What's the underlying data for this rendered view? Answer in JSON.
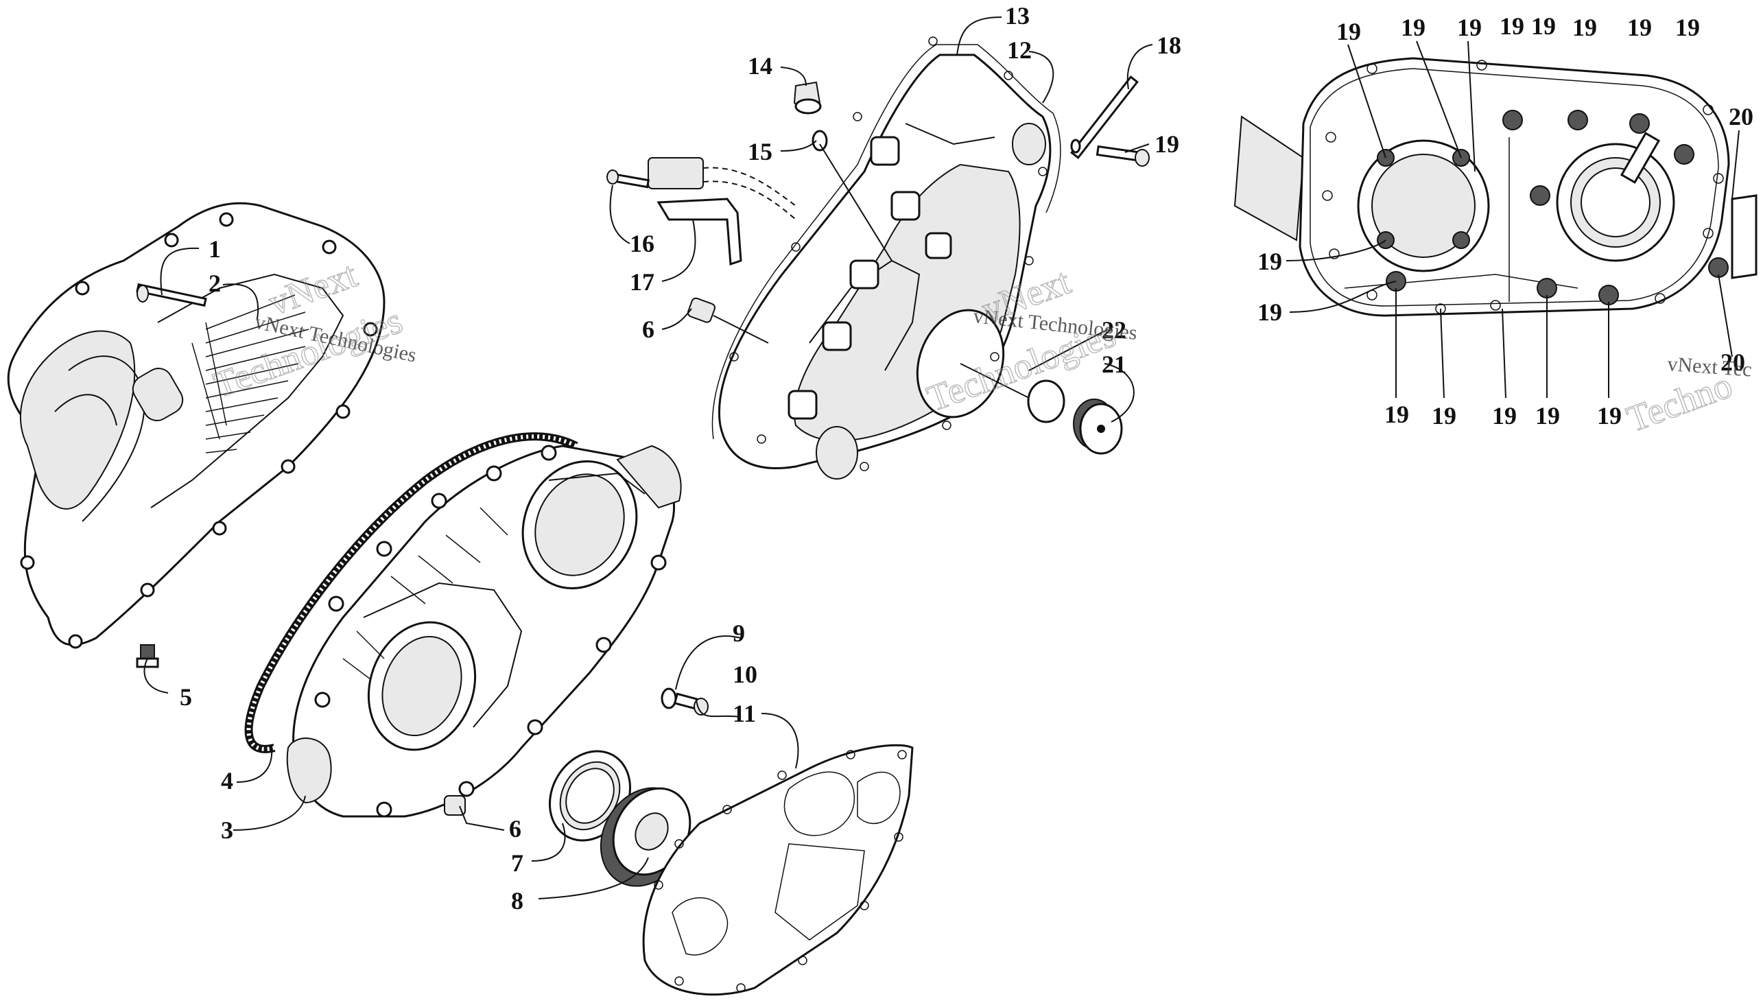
{
  "callouts": [
    {
      "id": "1",
      "label": "1"
    },
    {
      "id": "2",
      "label": "2"
    },
    {
      "id": "3",
      "label": "3"
    },
    {
      "id": "4",
      "label": "4"
    },
    {
      "id": "5",
      "label": "5"
    },
    {
      "id": "6a",
      "label": "6"
    },
    {
      "id": "6b",
      "label": "6"
    },
    {
      "id": "7",
      "label": "7"
    },
    {
      "id": "8",
      "label": "8"
    },
    {
      "id": "9",
      "label": "9"
    },
    {
      "id": "10",
      "label": "10"
    },
    {
      "id": "11",
      "label": "11"
    },
    {
      "id": "12",
      "label": "12"
    },
    {
      "id": "13",
      "label": "13"
    },
    {
      "id": "14",
      "label": "14"
    },
    {
      "id": "15",
      "label": "15"
    },
    {
      "id": "16",
      "label": "16"
    },
    {
      "id": "17",
      "label": "17"
    },
    {
      "id": "18",
      "label": "18"
    },
    {
      "id": "19a",
      "label": "19"
    },
    {
      "id": "21",
      "label": "21"
    },
    {
      "id": "22",
      "label": "22"
    },
    {
      "id": "19b",
      "label": "19"
    },
    {
      "id": "19c",
      "label": "19"
    },
    {
      "id": "19d",
      "label": "19"
    },
    {
      "id": "19e",
      "label": "19"
    },
    {
      "id": "19f",
      "label": "19"
    },
    {
      "id": "19g",
      "label": "19"
    },
    {
      "id": "19h",
      "label": "19"
    },
    {
      "id": "19i",
      "label": "19"
    },
    {
      "id": "19j",
      "label": "19"
    },
    {
      "id": "19k",
      "label": "19"
    },
    {
      "id": "19l",
      "label": "19"
    },
    {
      "id": "19m",
      "label": "19"
    },
    {
      "id": "19n",
      "label": "19"
    },
    {
      "id": "19o",
      "label": "19"
    },
    {
      "id": "19p",
      "label": "19"
    },
    {
      "id": "20a",
      "label": "20"
    },
    {
      "id": "20b",
      "label": "20"
    }
  ],
  "watermarks": {
    "brand": "vNext Technologies",
    "brand_short": "vNext",
    "brand_tech": "Technologies",
    "brand_partial_a": "vNext Tec",
    "brand_partial_b": "Techno"
  }
}
